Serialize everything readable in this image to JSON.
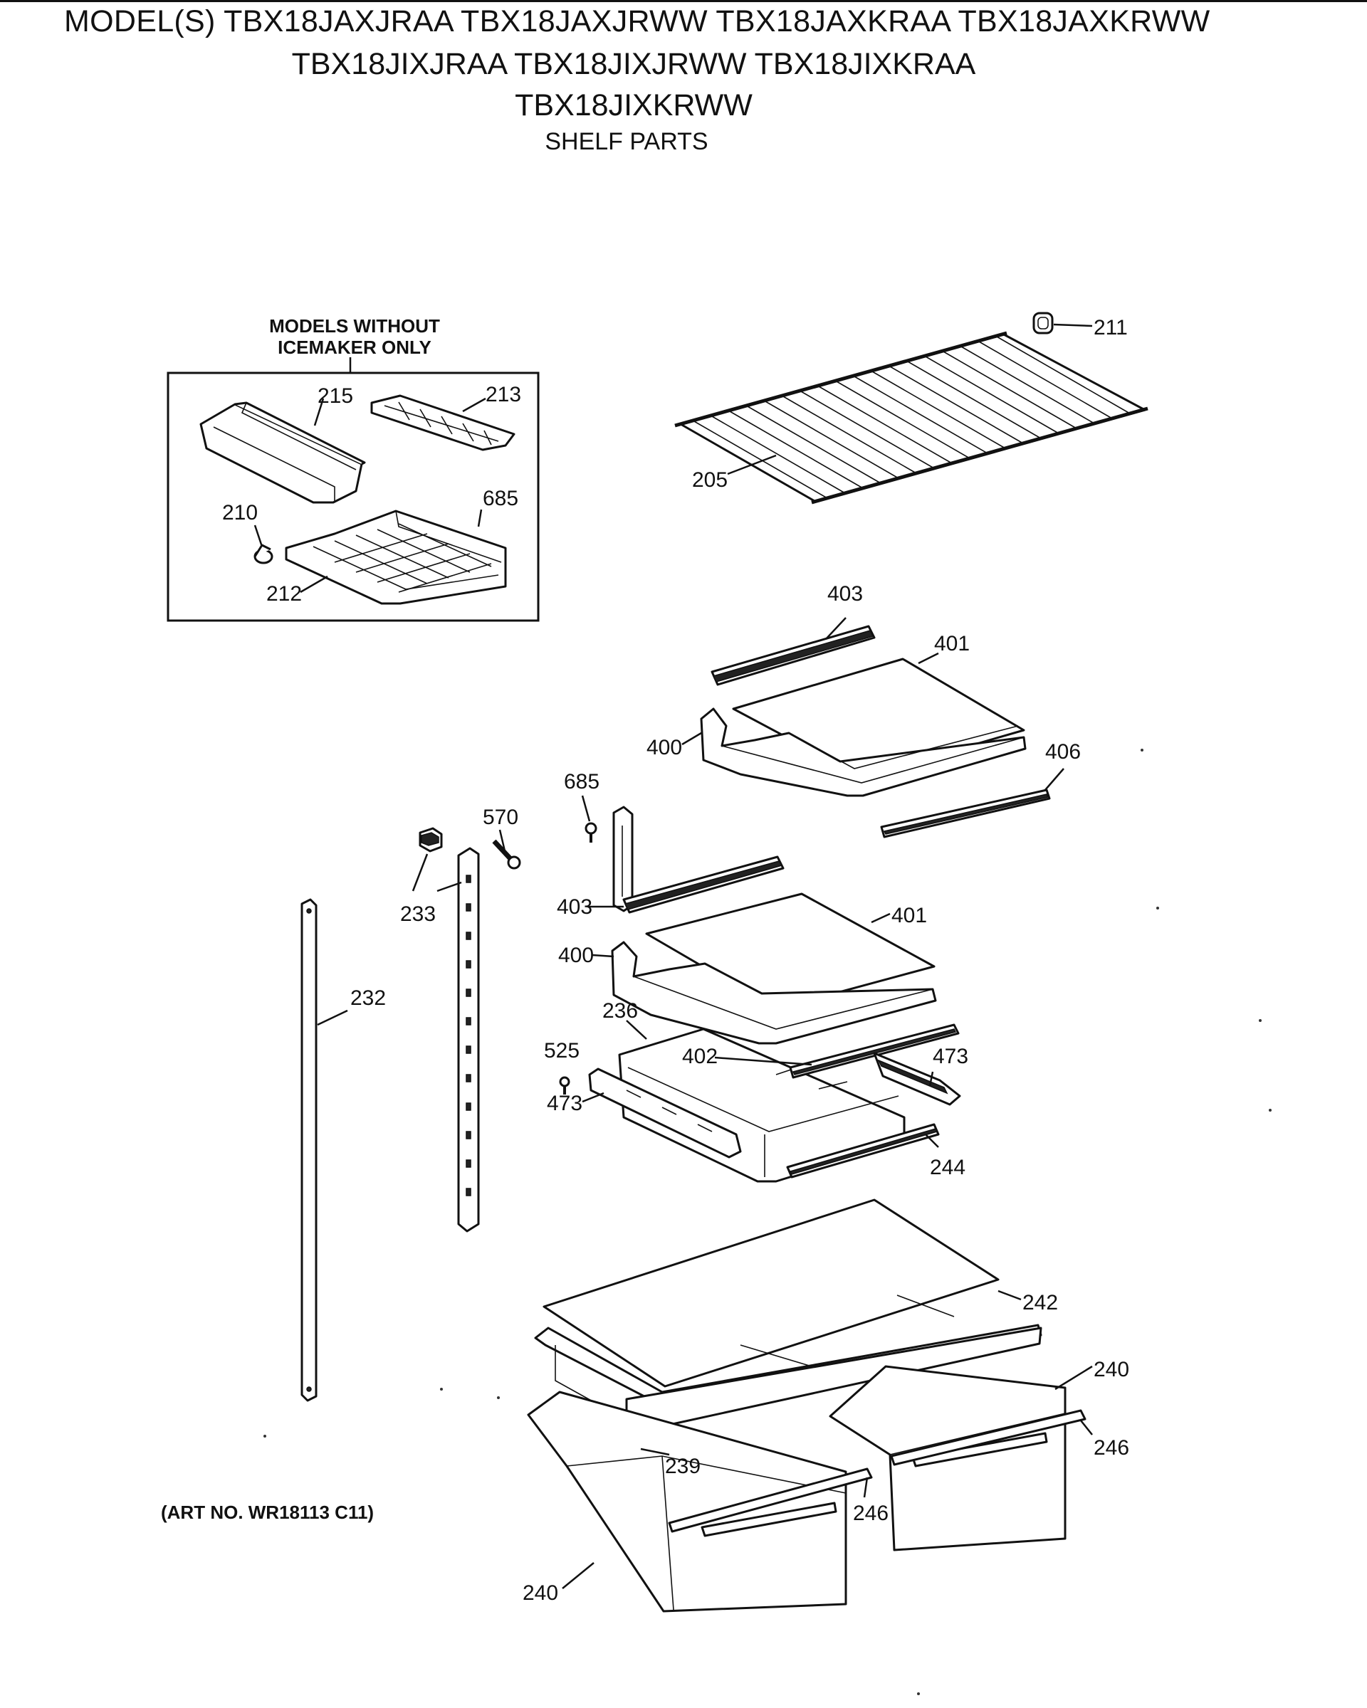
{
  "header": {
    "line1": "MODEL(S) TBX18JAXJRAA  TBX18JAXJRWW  TBX18JAXKRAA  TBX18JAXKRWW",
    "line2": "TBX18JIXJRAA  TBX18JIXJRWW  TBX18JIXKRAA",
    "line3": "TBX18JIXKRWW",
    "line4": "SHELF PARTS"
  },
  "inset_note": {
    "line1": "MODELS WITHOUT",
    "line2": "ICEMAKER ONLY"
  },
  "art_number": "(ART NO. WR18113 C11)",
  "callouts": {
    "c211": "211",
    "c205": "205",
    "c215": "215",
    "c213": "213",
    "c210": "210",
    "c685a": "685",
    "c212": "212",
    "c403a": "403",
    "c401a": "401",
    "c400a": "400",
    "c406": "406",
    "c685b": "685",
    "c570": "570",
    "c233": "233",
    "c403b": "403",
    "c401b": "401",
    "c400b": "400",
    "c232": "232",
    "c236": "236",
    "c525": "525",
    "c402": "402",
    "c473a": "473",
    "c473b": "473",
    "c244": "244",
    "c242": "242",
    "c240a": "240",
    "c246a": "246",
    "c239": "239",
    "c246b": "246",
    "c240b": "240"
  }
}
